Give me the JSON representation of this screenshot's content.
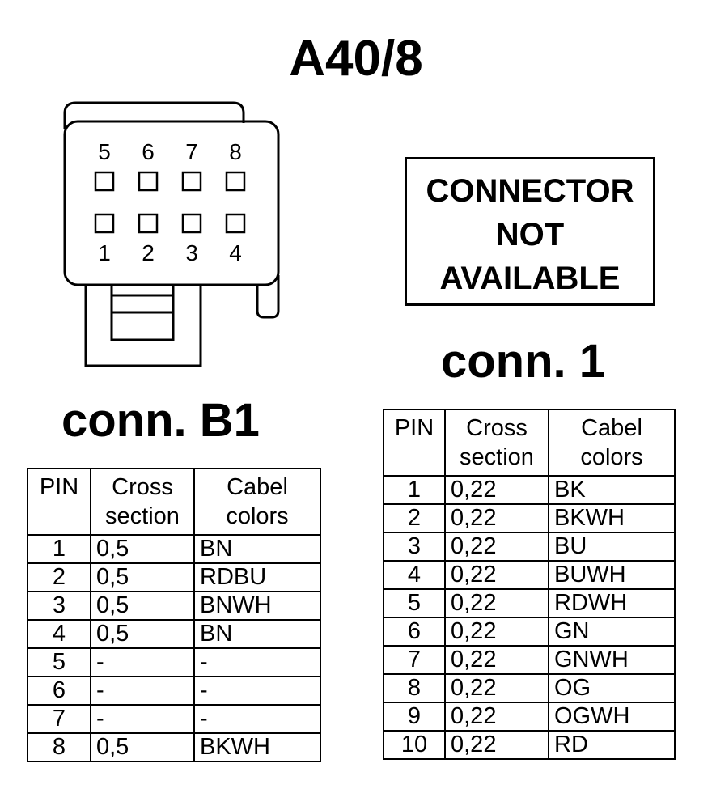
{
  "title": "A40/8",
  "connector_drawing": {
    "top_row_labels": [
      "5",
      "6",
      "7",
      "8"
    ],
    "bottom_row_labels": [
      "1",
      "2",
      "3",
      "4"
    ]
  },
  "not_available_box": {
    "lines": [
      "CONNECTOR",
      "NOT",
      "AVAILABLE"
    ]
  },
  "conn_b1": {
    "label": "conn. B1",
    "headers": {
      "pin": "PIN",
      "cross": [
        "Cross",
        "section"
      ],
      "colors": [
        "Cabel",
        "colors"
      ]
    },
    "rows": [
      {
        "pin": "1",
        "cross": "0,5",
        "color": "BN"
      },
      {
        "pin": "2",
        "cross": "0,5",
        "color": "RDBU"
      },
      {
        "pin": "3",
        "cross": "0,5",
        "color": "BNWH"
      },
      {
        "pin": "4",
        "cross": "0,5",
        "color": "BN"
      },
      {
        "pin": "5",
        "cross": "-",
        "color": "-"
      },
      {
        "pin": "6",
        "cross": "-",
        "color": "-"
      },
      {
        "pin": "7",
        "cross": "-",
        "color": "-"
      },
      {
        "pin": "8",
        "cross": "0,5",
        "color": "BKWH"
      }
    ]
  },
  "conn_1": {
    "label": "conn. 1",
    "headers": {
      "pin": "PIN",
      "cross": [
        "Cross",
        "section"
      ],
      "colors": [
        "Cabel",
        "colors"
      ]
    },
    "rows": [
      {
        "pin": "1",
        "cross": "0,22",
        "color": "BK"
      },
      {
        "pin": "2",
        "cross": "0,22",
        "color": "BKWH"
      },
      {
        "pin": "3",
        "cross": "0,22",
        "color": "BU"
      },
      {
        "pin": "4",
        "cross": "0,22",
        "color": "BUWH"
      },
      {
        "pin": "5",
        "cross": "0,22",
        "color": "RDWH"
      },
      {
        "pin": "6",
        "cross": "0,22",
        "color": "GN"
      },
      {
        "pin": "7",
        "cross": "0,22",
        "color": "GNWH"
      },
      {
        "pin": "8",
        "cross": "0,22",
        "color": "OG"
      },
      {
        "pin": "9",
        "cross": "0,22",
        "color": "OGWH"
      },
      {
        "pin": "10",
        "cross": "0,22",
        "color": "RD"
      }
    ]
  }
}
